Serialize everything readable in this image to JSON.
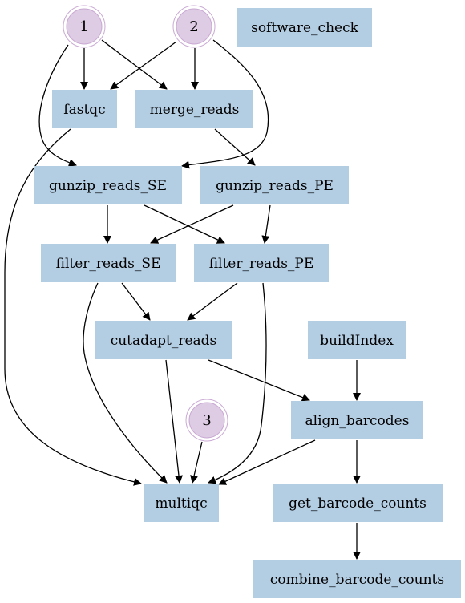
{
  "colors": {
    "process_fill": "#b3cde3",
    "input_fill": "#decbe4",
    "input_stroke": "#c9a9d3",
    "edge": "#000000"
  },
  "inputs": [
    {
      "id": "in1",
      "label": "1"
    },
    {
      "id": "in2",
      "label": "2"
    },
    {
      "id": "in3",
      "label": "3"
    }
  ],
  "nodes": [
    {
      "id": "software_check",
      "label": "software_check"
    },
    {
      "id": "fastqc",
      "label": "fastqc"
    },
    {
      "id": "merge_reads",
      "label": "merge_reads"
    },
    {
      "id": "gunzip_reads_SE",
      "label": "gunzip_reads_SE"
    },
    {
      "id": "gunzip_reads_PE",
      "label": "gunzip_reads_PE"
    },
    {
      "id": "filter_reads_SE",
      "label": "filter_reads_SE"
    },
    {
      "id": "filter_reads_PE",
      "label": "filter_reads_PE"
    },
    {
      "id": "cutadapt_reads",
      "label": "cutadapt_reads"
    },
    {
      "id": "buildIndex",
      "label": "buildIndex"
    },
    {
      "id": "align_barcodes",
      "label": "align_barcodes"
    },
    {
      "id": "multiqc",
      "label": "multiqc"
    },
    {
      "id": "get_barcode_counts",
      "label": "get_barcode_counts"
    },
    {
      "id": "combine_barcode_counts",
      "label": "combine_barcode_counts"
    }
  ],
  "edges": [
    {
      "from": "in1",
      "to": "fastqc"
    },
    {
      "from": "in1",
      "to": "merge_reads"
    },
    {
      "from": "in1",
      "to": "gunzip_reads_SE"
    },
    {
      "from": "in2",
      "to": "fastqc"
    },
    {
      "from": "in2",
      "to": "merge_reads"
    },
    {
      "from": "in2",
      "to": "gunzip_reads_SE"
    },
    {
      "from": "merge_reads",
      "to": "gunzip_reads_PE"
    },
    {
      "from": "fastqc",
      "to": "multiqc"
    },
    {
      "from": "gunzip_reads_SE",
      "to": "filter_reads_SE"
    },
    {
      "from": "gunzip_reads_SE",
      "to": "filter_reads_PE"
    },
    {
      "from": "gunzip_reads_PE",
      "to": "filter_reads_SE"
    },
    {
      "from": "gunzip_reads_PE",
      "to": "filter_reads_PE"
    },
    {
      "from": "filter_reads_SE",
      "to": "cutadapt_reads"
    },
    {
      "from": "filter_reads_SE",
      "to": "multiqc"
    },
    {
      "from": "filter_reads_PE",
      "to": "cutadapt_reads"
    },
    {
      "from": "filter_reads_PE",
      "to": "multiqc"
    },
    {
      "from": "cutadapt_reads",
      "to": "align_barcodes"
    },
    {
      "from": "cutadapt_reads",
      "to": "multiqc"
    },
    {
      "from": "buildIndex",
      "to": "align_barcodes"
    },
    {
      "from": "in3",
      "to": "multiqc"
    },
    {
      "from": "align_barcodes",
      "to": "multiqc"
    },
    {
      "from": "align_barcodes",
      "to": "get_barcode_counts"
    },
    {
      "from": "get_barcode_counts",
      "to": "combine_barcode_counts"
    }
  ]
}
